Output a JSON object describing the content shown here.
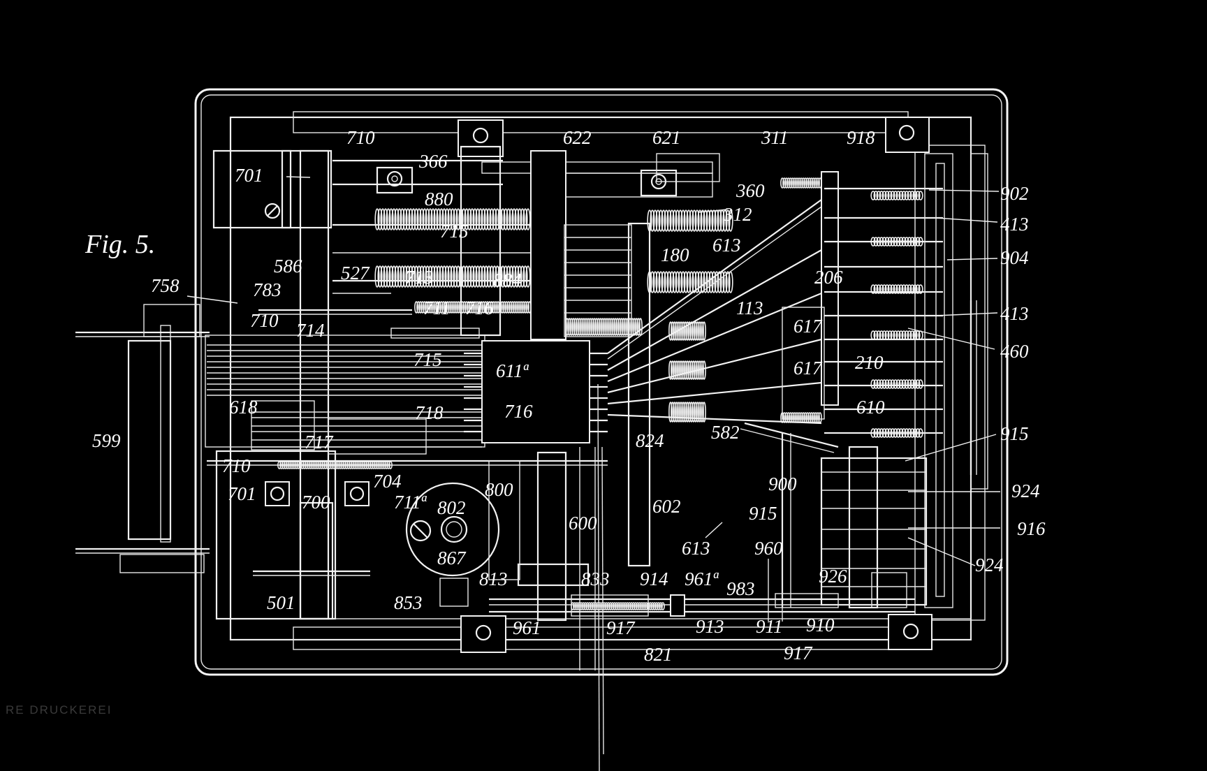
{
  "figure_label": "Fig. 5.",
  "margin_text": "RE    DRUCKEREI",
  "reference_numerals": [
    {
      "id": "r-701-top",
      "text": "701"
    },
    {
      "id": "r-710-top",
      "text": "710"
    },
    {
      "id": "r-366",
      "text": "366"
    },
    {
      "id": "r-880",
      "text": "880"
    },
    {
      "id": "r-622",
      "text": "622"
    },
    {
      "id": "r-621",
      "text": "621"
    },
    {
      "id": "r-311",
      "text": "311"
    },
    {
      "id": "r-918",
      "text": "918"
    },
    {
      "id": "r-360",
      "text": "360"
    },
    {
      "id": "r-312",
      "text": "312"
    },
    {
      "id": "r-902",
      "text": "902"
    },
    {
      "id": "r-413-a",
      "text": "413"
    },
    {
      "id": "r-613-top",
      "text": "613"
    },
    {
      "id": "r-904",
      "text": "904"
    },
    {
      "id": "r-586",
      "text": "586"
    },
    {
      "id": "r-527",
      "text": "527"
    },
    {
      "id": "r-715-a",
      "text": "715"
    },
    {
      "id": "r-180",
      "text": "180"
    },
    {
      "id": "r-206",
      "text": "206"
    },
    {
      "id": "r-758",
      "text": "758"
    },
    {
      "id": "r-783",
      "text": "783"
    },
    {
      "id": "r-713",
      "text": "713"
    },
    {
      "id": "r-884",
      "text": "884"
    },
    {
      "id": "r-113",
      "text": "113"
    },
    {
      "id": "r-413-b",
      "text": "413"
    },
    {
      "id": "r-710-mid",
      "text": "710"
    },
    {
      "id": "r-711",
      "text": "711"
    },
    {
      "id": "r-716-top",
      "text": "716"
    },
    {
      "id": "r-714",
      "text": "714"
    },
    {
      "id": "r-617-a",
      "text": "617"
    },
    {
      "id": "r-460",
      "text": "460"
    },
    {
      "id": "r-715-b",
      "text": "715"
    },
    {
      "id": "r-611a",
      "text": "611ª"
    },
    {
      "id": "r-617-b",
      "text": "617"
    },
    {
      "id": "r-210",
      "text": "210"
    },
    {
      "id": "r-618",
      "text": "618"
    },
    {
      "id": "r-718",
      "text": "718"
    },
    {
      "id": "r-716-mid",
      "text": "716"
    },
    {
      "id": "r-610",
      "text": "610"
    },
    {
      "id": "r-599",
      "text": "599"
    },
    {
      "id": "r-717",
      "text": "717"
    },
    {
      "id": "r-824",
      "text": "824"
    },
    {
      "id": "r-582",
      "text": "582"
    },
    {
      "id": "r-915-a",
      "text": "915"
    },
    {
      "id": "r-710-low",
      "text": "710"
    },
    {
      "id": "r-704",
      "text": "704"
    },
    {
      "id": "r-701-low",
      "text": "701"
    },
    {
      "id": "r-700",
      "text": "700"
    },
    {
      "id": "r-711a",
      "text": "711ª"
    },
    {
      "id": "r-800",
      "text": "800"
    },
    {
      "id": "r-802",
      "text": "802"
    },
    {
      "id": "r-900",
      "text": "900"
    },
    {
      "id": "r-924-a",
      "text": "924"
    },
    {
      "id": "r-600",
      "text": "600"
    },
    {
      "id": "r-602",
      "text": "602"
    },
    {
      "id": "r-915-b",
      "text": "915"
    },
    {
      "id": "r-916",
      "text": "916"
    },
    {
      "id": "r-867",
      "text": "867"
    },
    {
      "id": "r-613-low",
      "text": "613"
    },
    {
      "id": "r-960",
      "text": "960"
    },
    {
      "id": "r-924-b",
      "text": "924"
    },
    {
      "id": "r-813",
      "text": "813"
    },
    {
      "id": "r-833",
      "text": "833"
    },
    {
      "id": "r-914",
      "text": "914"
    },
    {
      "id": "r-961a",
      "text": "961ª"
    },
    {
      "id": "r-926",
      "text": "926"
    },
    {
      "id": "r-983",
      "text": "983"
    },
    {
      "id": "r-501",
      "text": "501"
    },
    {
      "id": "r-853",
      "text": "853"
    },
    {
      "id": "r-961",
      "text": "961"
    },
    {
      "id": "r-917-a",
      "text": "917"
    },
    {
      "id": "r-913",
      "text": "913"
    },
    {
      "id": "r-911",
      "text": "911"
    },
    {
      "id": "r-910",
      "text": "910"
    },
    {
      "id": "r-821",
      "text": "821"
    },
    {
      "id": "r-917-b",
      "text": "917"
    }
  ]
}
